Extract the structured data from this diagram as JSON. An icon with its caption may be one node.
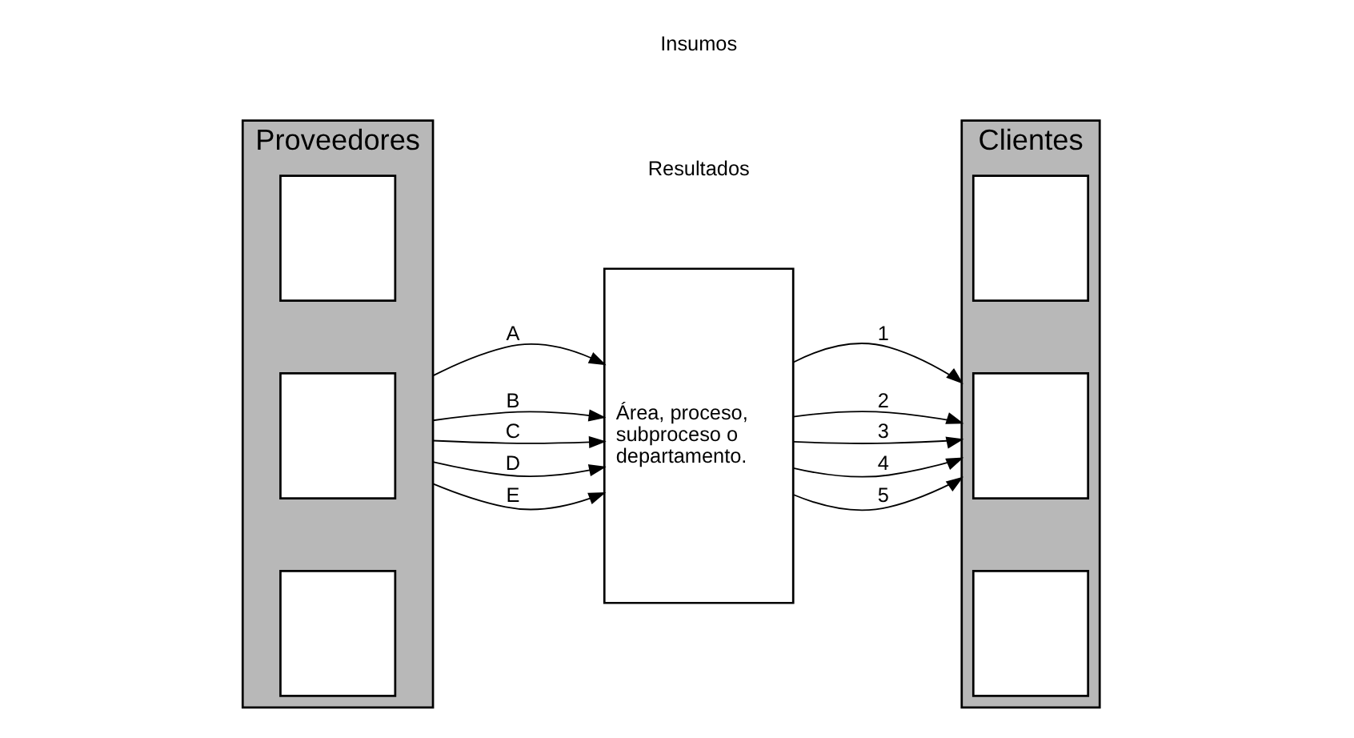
{
  "diagram": {
    "nodes": [
      {
        "text": [
          "Proveedores"
        ]
      },
      {
        "text": [],
        "shape": "box",
        "in": 0
      },
      {
        "text": [],
        "shape": "box",
        "in": 0
      },
      {
        "text": [],
        "shape": "box",
        "in": 0
      },
      {
        "text": [
          "Área, proceso, subproceso o departamento."
        ]
      },
      {
        "text": [
          "Clientes"
        ]
      },
      {
        "text": [],
        "shape": "box",
        "in": 5
      },
      {
        "text": [],
        "shape": "box",
        "in": 5
      },
      {
        "text": [],
        "shape": "box",
        "in": 5
      }
    ],
    "edges": [
      {
        "from": 0,
        "to": 4,
        "arrow": "to",
        "label": "A"
      },
      {
        "from": 0,
        "to": 4,
        "arrow": "to",
        "label": "B"
      },
      {
        "from": 0,
        "to": 4,
        "arrow": "to",
        "label": "C"
      },
      {
        "from": 0,
        "to": 4,
        "arrow": "to",
        "label": "D"
      },
      {
        "from": 0,
        "to": 4,
        "arrow": "to",
        "label": "E"
      },
      {
        "from": 4,
        "to": 5,
        "arrow": "to",
        "label": "1"
      },
      {
        "from": 4,
        "to": 5,
        "arrow": "to",
        "label": "2"
      },
      {
        "from": 4,
        "to": 5,
        "arrow": "to",
        "label": "3"
      },
      {
        "from": 4,
        "to": 5,
        "arrow": "to",
        "label": "4"
      },
      {
        "from": 4,
        "to": 5,
        "arrow": "to",
        "label": "5"
      }
    ],
    "labels": [
      "Insumos",
      "Resultados"
    ]
  }
}
